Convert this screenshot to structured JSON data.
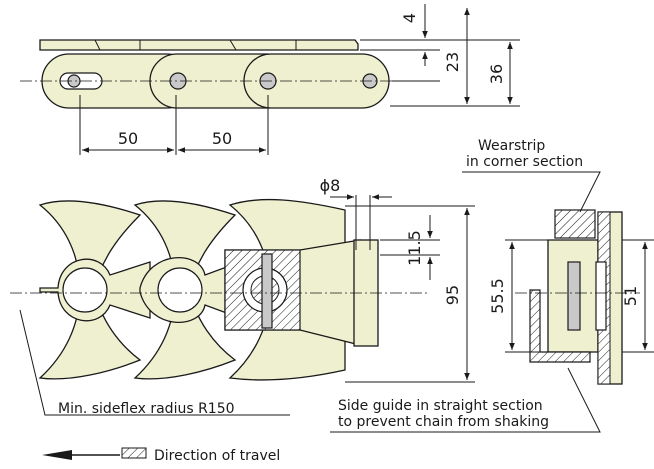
{
  "dimensions": {
    "plate_thickness": "4",
    "top_height": "23",
    "chain_height": "36",
    "pitch_1": "50",
    "pitch_2": "50",
    "pin_diameter": "ϕ8",
    "pin_offset": "11.5",
    "total_width": "95",
    "wearstrip_height": "55.5",
    "guide_gap": "51"
  },
  "labels": {
    "wearstrip_line1": "Wearstrip",
    "wearstrip_line2": "in corner section",
    "sideflex": "Min. sideflex radius R150",
    "side_guide_line1": "Side guide in straight section",
    "side_guide_line2": "to prevent chain from shaking",
    "direction": "Direction of travel"
  },
  "colors": {
    "part_fill": "#eef0cf",
    "pin_fill": "#c9c9c9",
    "line": "#1a1a1a"
  },
  "icons": {
    "direction_arrow": "left-arrow-icon",
    "hatch_swatch": "hatch-swatch-icon"
  }
}
